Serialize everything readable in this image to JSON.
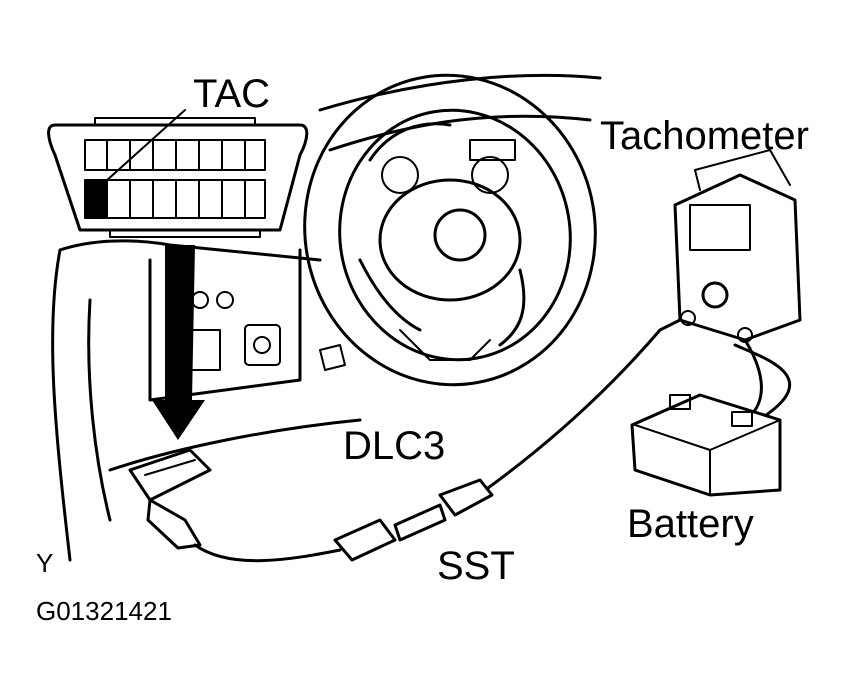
{
  "labels": {
    "tac": "TAC",
    "tachometer": "Tachometer",
    "dlc3": "DLC3",
    "battery": "Battery",
    "sst": "SST",
    "corner_mark": "Y",
    "figure_code": "G01321421"
  }
}
